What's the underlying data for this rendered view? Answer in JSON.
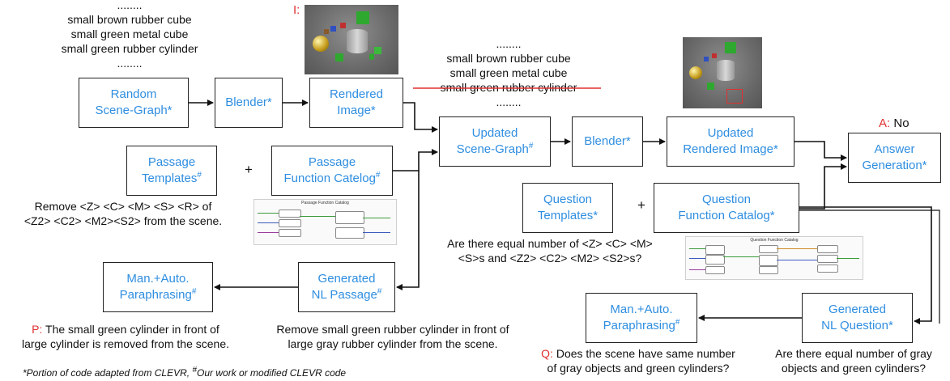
{
  "scene_list_1": [
    "........",
    "small brown rubber cube",
    "small green metal cube",
    "small green rubber cylinder",
    "........"
  ],
  "scene_list_2": [
    "........",
    "small brown rubber cube",
    "small green metal cube",
    "small green rubber cylinder",
    "........"
  ],
  "image_label": "I:",
  "answer": {
    "label": "A:",
    "value": "No"
  },
  "boxes": {
    "random_scene_graph": [
      "Random",
      "Scene-Graph*"
    ],
    "blender_1": "Blender*",
    "rendered_image": [
      "Rendered",
      "Image*"
    ],
    "updated_scene_graph": [
      "Updated",
      "Scene-Graph",
      "#"
    ],
    "blender_2": "Blender*",
    "updated_rendered_image": [
      "Updated",
      "Rendered Image*"
    ],
    "answer_generation": [
      "Answer",
      "Generation*"
    ],
    "passage_templates": [
      "Passage",
      "Templates",
      "#"
    ],
    "plus_1": "+",
    "passage_function_catalog": [
      "Passage",
      "Function Catelog",
      "#"
    ],
    "question_templates": [
      "Question",
      "Templates*"
    ],
    "plus_2": "+",
    "question_function_catalog": [
      "Question",
      "Function Catalog*"
    ],
    "paraphrasing_1": [
      "Man.+Auto.",
      "Paraphrasing",
      "#"
    ],
    "generated_passage": [
      "Generated",
      "NL Passage",
      "#"
    ],
    "paraphrasing_2": [
      "Man.+Auto.",
      "Paraphrasing",
      "#"
    ],
    "generated_question": [
      "Generated",
      "NL Question*"
    ]
  },
  "passage_template_text": [
    "Remove <Z> <C> <M> <S> <R> of",
    "<Z2> <C2> <M2><S2> from the scene."
  ],
  "question_template_text": [
    "Are there equal number of <Z> <C> <M>",
    "<S>s and <Z2> <C2> <M2> <S2>s?"
  ],
  "passage_catalog_thumb_title": "Passage Function Catalog",
  "question_catalog_thumb_title": "Question Function Catalog",
  "paraphrase_passage": {
    "label": "P:",
    "lines": [
      "The small green cylinder in front of",
      "large cylinder is removed from the scene."
    ]
  },
  "generated_passage_text": [
    "Remove small green rubber cylinder in front of",
    "large gray rubber cylinder from the scene."
  ],
  "paraphrase_question": {
    "label": "Q:",
    "lines": [
      "Does the scene have same number",
      "of gray objects and green cylinders?"
    ]
  },
  "generated_question_text": [
    "Are there equal number of gray",
    "objects and green cylinders?"
  ],
  "footnote": {
    "part1": "*Portion of code adapted from CLEVR, ",
    "mark": "#",
    "part2": "Our work or modified CLEVR code"
  },
  "colors": {
    "box_text": "#2f8ee0",
    "label_red": "#e03030",
    "strike": "#e03030",
    "line": "#111111"
  }
}
